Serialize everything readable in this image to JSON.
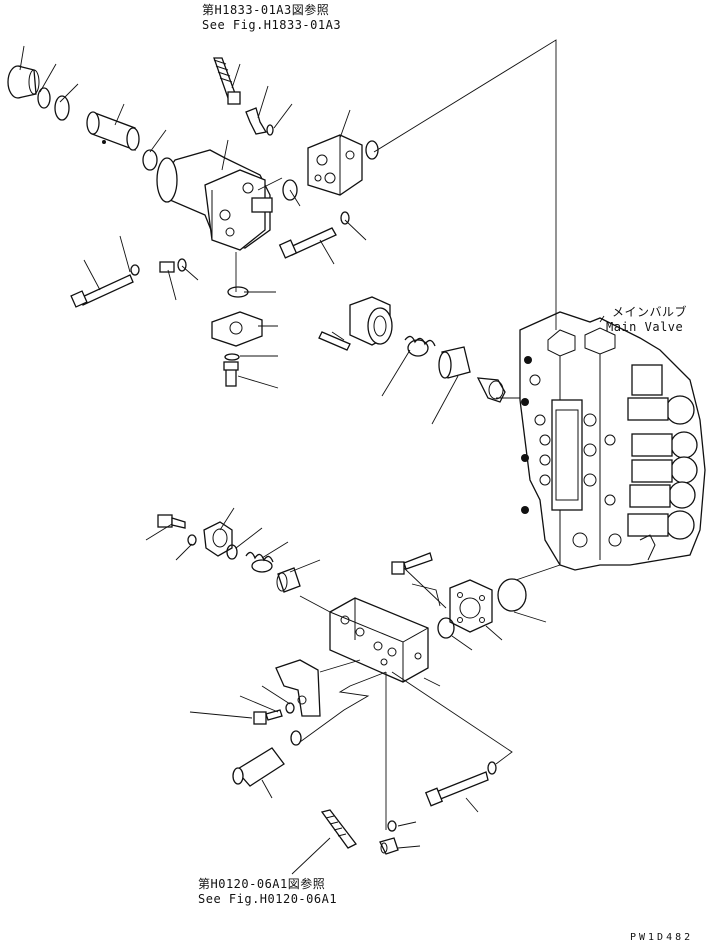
{
  "references": {
    "top": {
      "jp": "第H1833-01A3図参照",
      "en": "See Fig.H1833-01A3"
    },
    "main_valve": {
      "jp": "メインバルブ",
      "en": "Main Valve"
    },
    "bottom": {
      "jp": "第H0120-06A1図参照",
      "en": "See Fig.H0120-06A1"
    }
  },
  "figure_id": "PW1D482",
  "colors": {
    "line": "#111111",
    "background": "#ffffff"
  }
}
